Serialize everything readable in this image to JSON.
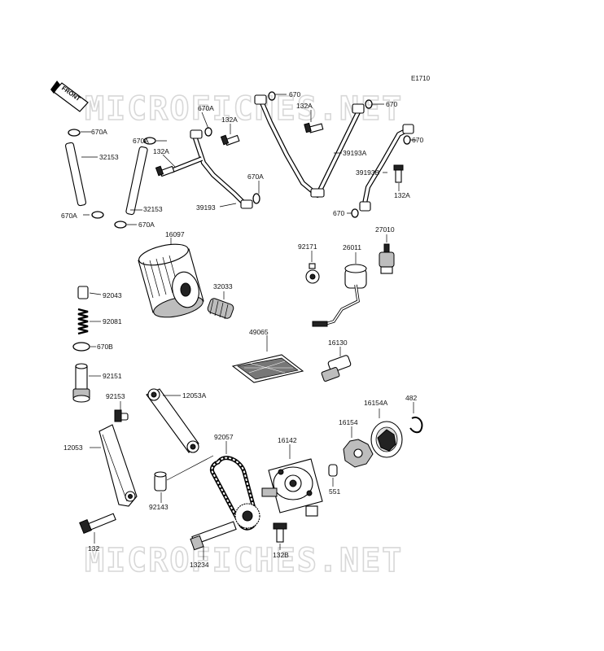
{
  "diagram": {
    "ref_code": "E1710",
    "front_marker": "FRONT",
    "watermark": "MICROFICHES.NET",
    "part_labels": {
      "p670A_a": "670A",
      "p670A_b": "670A",
      "p670A_c": "670A",
      "p670A_d": "670A",
      "p670A_e": "670A",
      "p670A_f": "670A",
      "p670_a": "670",
      "p670_b": "670",
      "p670_c": "670",
      "p670_d": "670",
      "p132A_a": "132A",
      "p132A_b": "132A",
      "p132A_c": "132A",
      "p132A_d": "132A",
      "p32153_a": "32153",
      "p32153_b": "32153",
      "p39193": "39193",
      "p39193A": "39193A",
      "p39193B": "39193B",
      "p16097": "16097",
      "p92043": "92043",
      "p92081": "92081",
      "p670B": "670B",
      "p92151": "92151",
      "p32033": "32033",
      "p92171": "92171",
      "p26011": "26011",
      "p27010": "27010",
      "p49065": "49065",
      "p16130": "16130",
      "p92153": "92153",
      "p12053A": "12053A",
      "p12053": "12053",
      "p92057": "92057",
      "p16142": "16142",
      "p16154A": "16154A",
      "p482": "482",
      "p16154": "16154",
      "p551": "551",
      "p92143": "92143",
      "p132": "132",
      "p132B": "132B",
      "p13234": "13234"
    }
  }
}
